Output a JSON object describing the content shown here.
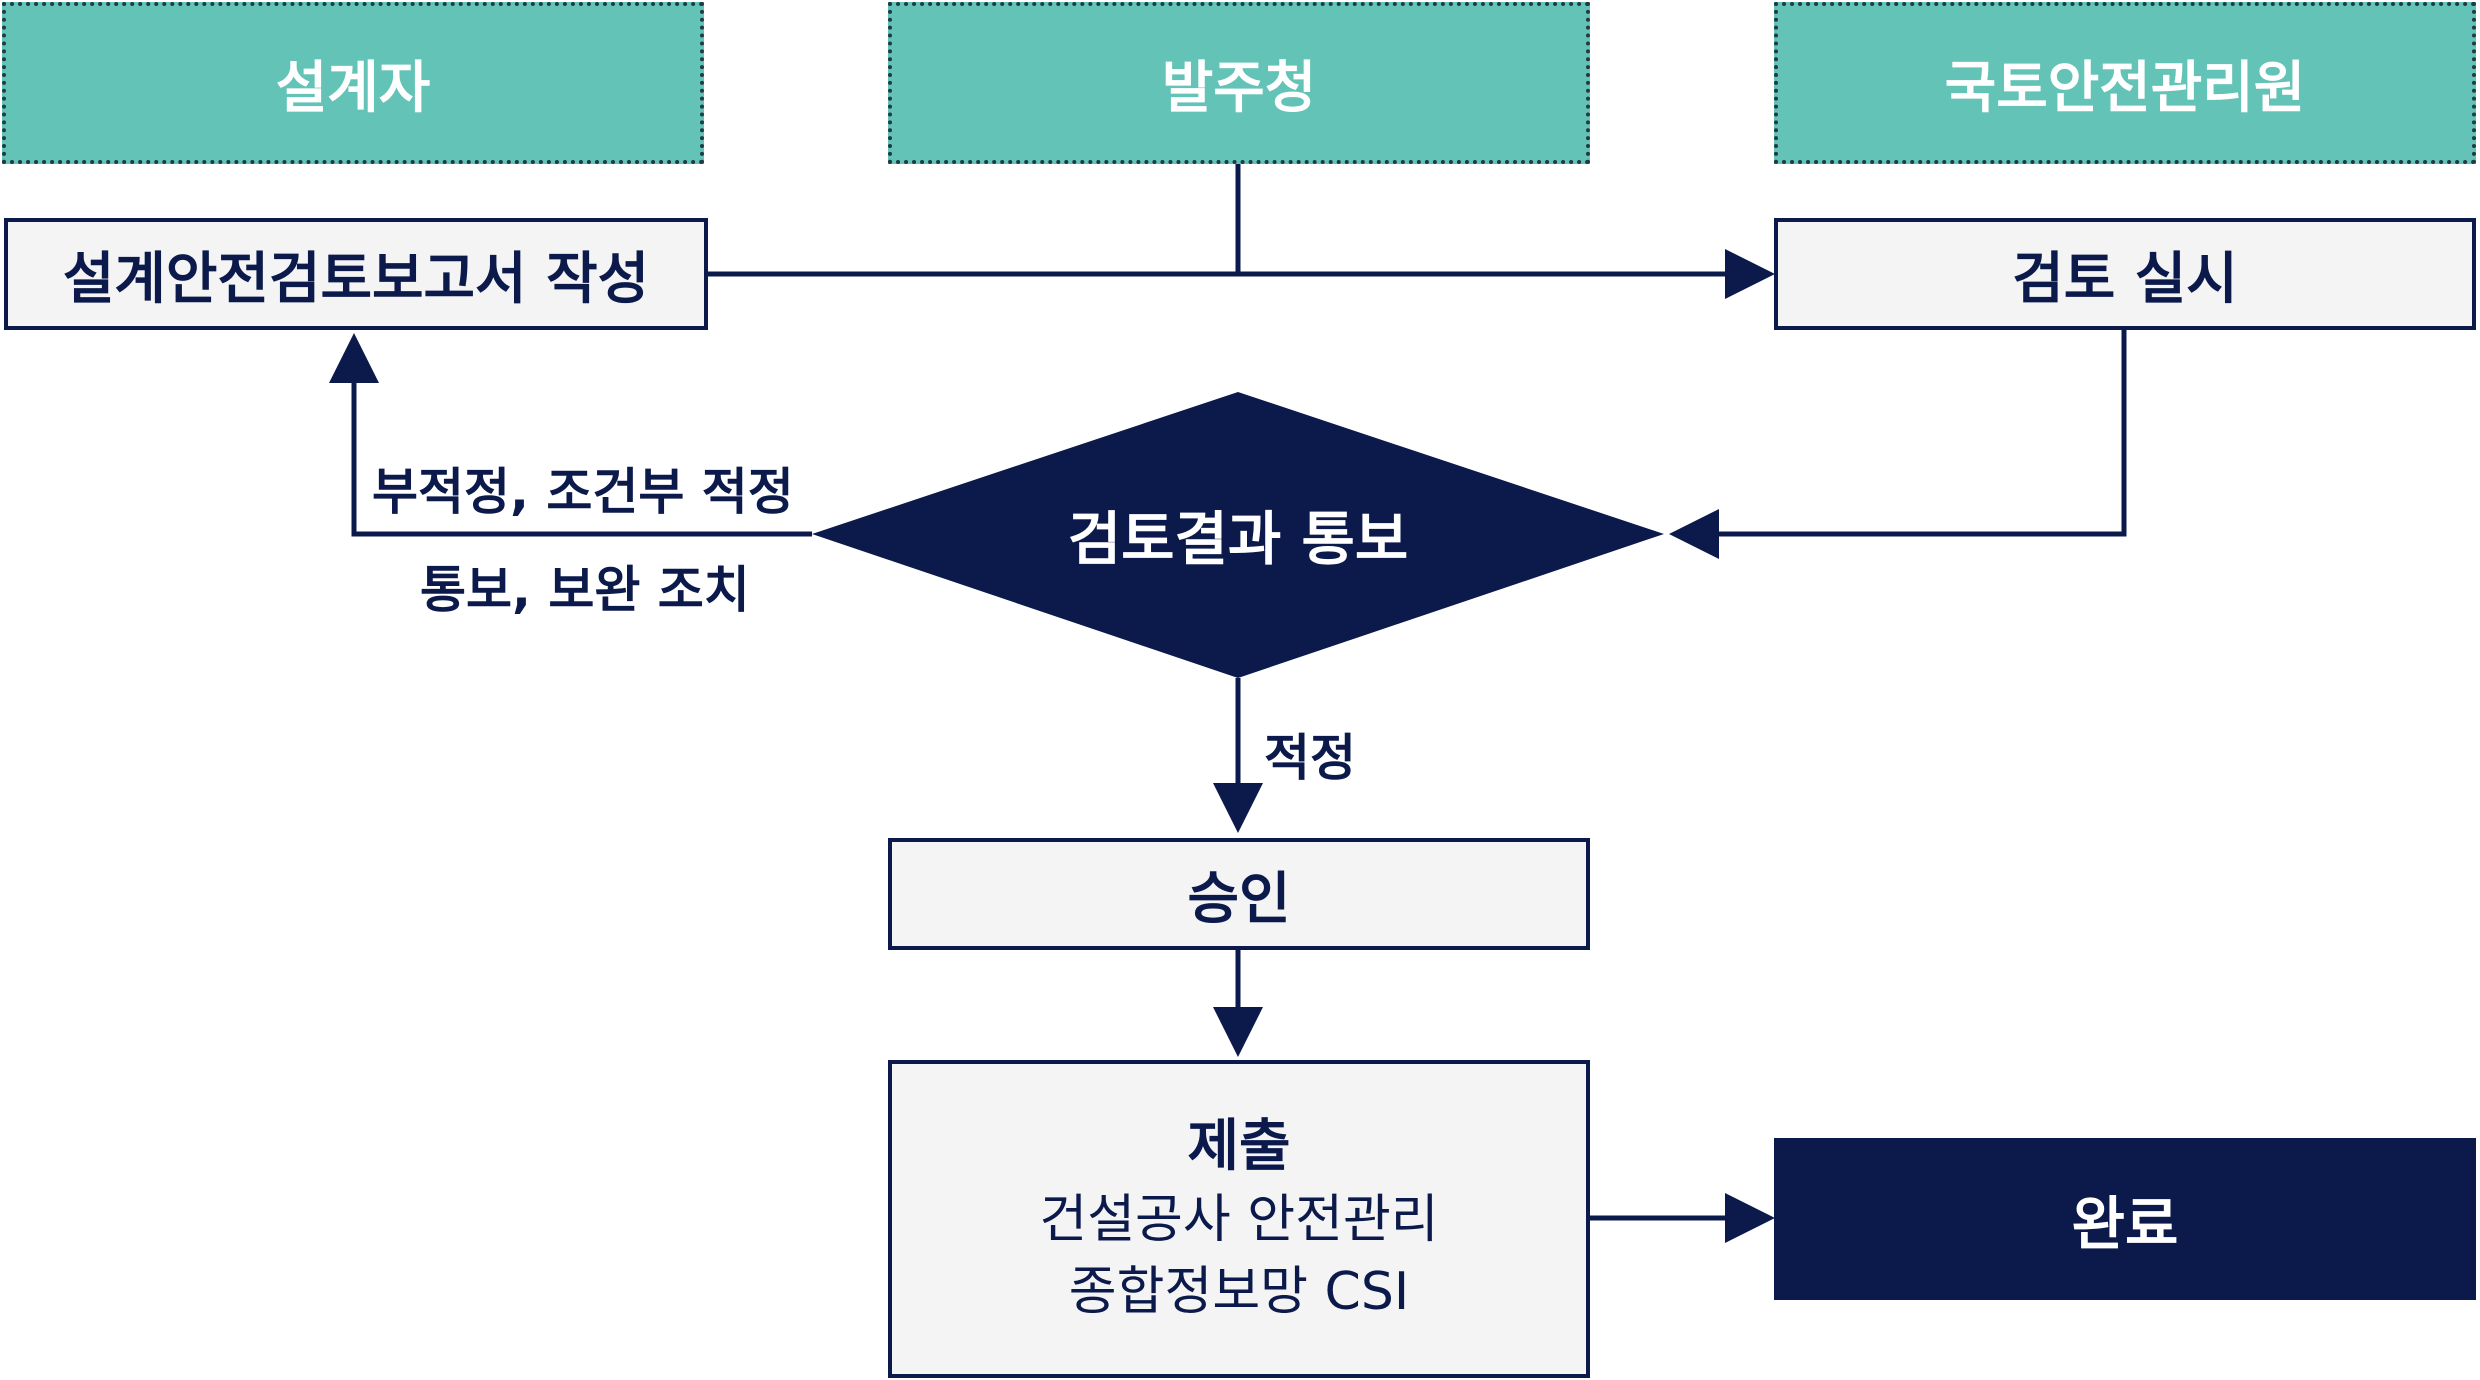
{
  "colors": {
    "navy": "#0b1a4b",
    "teal": "#63c3b6",
    "box_fill": "#f4f4f4"
  },
  "roles": {
    "designer": "설계자",
    "client": "발주청",
    "kalis": "국토안전관리원"
  },
  "steps": {
    "write_report": "설계안전검토보고서 작성",
    "review": "검토 실시",
    "result_notice": "검토결과 통보",
    "approval": "승인",
    "submit_title": "제출",
    "submit_line1": "건설공사 안전관리",
    "submit_line2": "종합정보망 CSI",
    "complete": "완료"
  },
  "edge_labels": {
    "unsuitable_line1": "부적정, 조건부 적정",
    "unsuitable_line2": "통보, 보완 조치",
    "suitable": "적정"
  }
}
